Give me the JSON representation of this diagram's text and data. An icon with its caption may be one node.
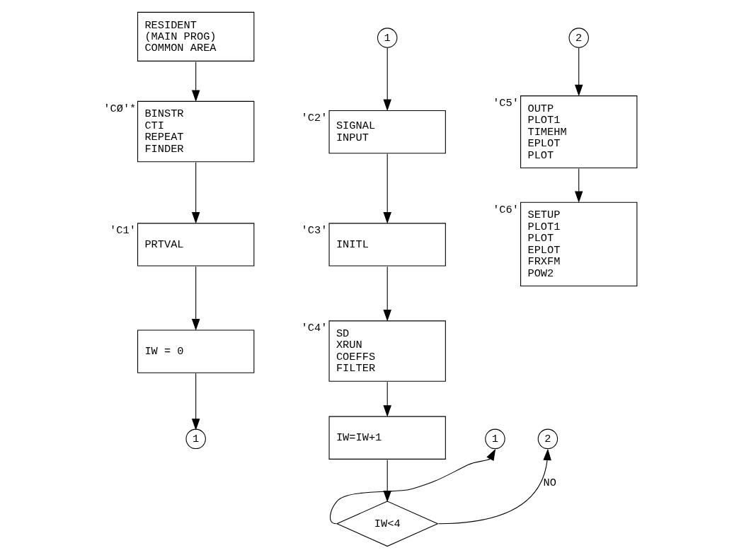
{
  "diagram": {
    "nodes": [
      {
        "text": [
          "RESIDENT",
          "(MAIN PROG)",
          "COMMON AREA"
        ]
      },
      {
        "text": [
          "BINSTR",
          "CTI",
          "REPEAT",
          "FINDER"
        ],
        "beside": [
          "'CØ'*"
        ]
      },
      {
        "text": [
          "PRTVAL"
        ],
        "beside": [
          "'C1'"
        ]
      },
      {
        "text": [
          "IW = 0"
        ]
      },
      {
        "text": [
          "1"
        ]
      },
      {
        "text": [
          "1"
        ]
      },
      {
        "text": [
          "SIGNAL",
          "INPUT"
        ],
        "beside": [
          "'C2'"
        ]
      },
      {
        "text": [
          "INITL"
        ],
        "beside": [
          "'C3'"
        ]
      },
      {
        "text": [
          "SD",
          "XRUN",
          "COEFFS",
          "FILTER"
        ],
        "beside": [
          "'C4'"
        ]
      },
      {
        "text": [
          "IW=IW+1"
        ]
      },
      {
        "text": [
          "IW<4"
        ]
      },
      {
        "text": [
          "1"
        ]
      },
      {
        "text": [
          "2"
        ]
      },
      {
        "text": [
          "2"
        ]
      },
      {
        "text": [
          "OUTP",
          "PLOT1",
          "TIMEHM",
          "EPLOT",
          "PLOT"
        ],
        "beside": [
          "'C5'"
        ]
      },
      {
        "text": [
          "SETUP",
          "PLOT1",
          "PLOT",
          "EPLOT",
          "FRXFM",
          "POW2"
        ],
        "beside": [
          "'C6'"
        ]
      }
    ],
    "edges": [
      {
        "from": 0,
        "to": 1,
        "arrow": "to"
      },
      {
        "from": 1,
        "to": 2,
        "arrow": "to"
      },
      {
        "from": 2,
        "to": 3,
        "arrow": "to"
      },
      {
        "from": 3,
        "to": 4,
        "arrow": "to"
      },
      {
        "from": 5,
        "to": 6,
        "arrow": "to"
      },
      {
        "from": 6,
        "to": 7,
        "arrow": "to"
      },
      {
        "from": 7,
        "to": 8,
        "arrow": "to"
      },
      {
        "from": 8,
        "to": 9,
        "arrow": "to"
      },
      {
        "from": 9,
        "to": 10,
        "arrow": "to"
      },
      {
        "from": 10,
        "to": 11,
        "arrow": "to"
      },
      {
        "from": 10,
        "to": 12,
        "arrow": "to",
        "label": "NO"
      },
      {
        "from": 13,
        "to": 14,
        "arrow": "to"
      },
      {
        "from": 14,
        "to": 15,
        "arrow": "to"
      }
    ]
  }
}
